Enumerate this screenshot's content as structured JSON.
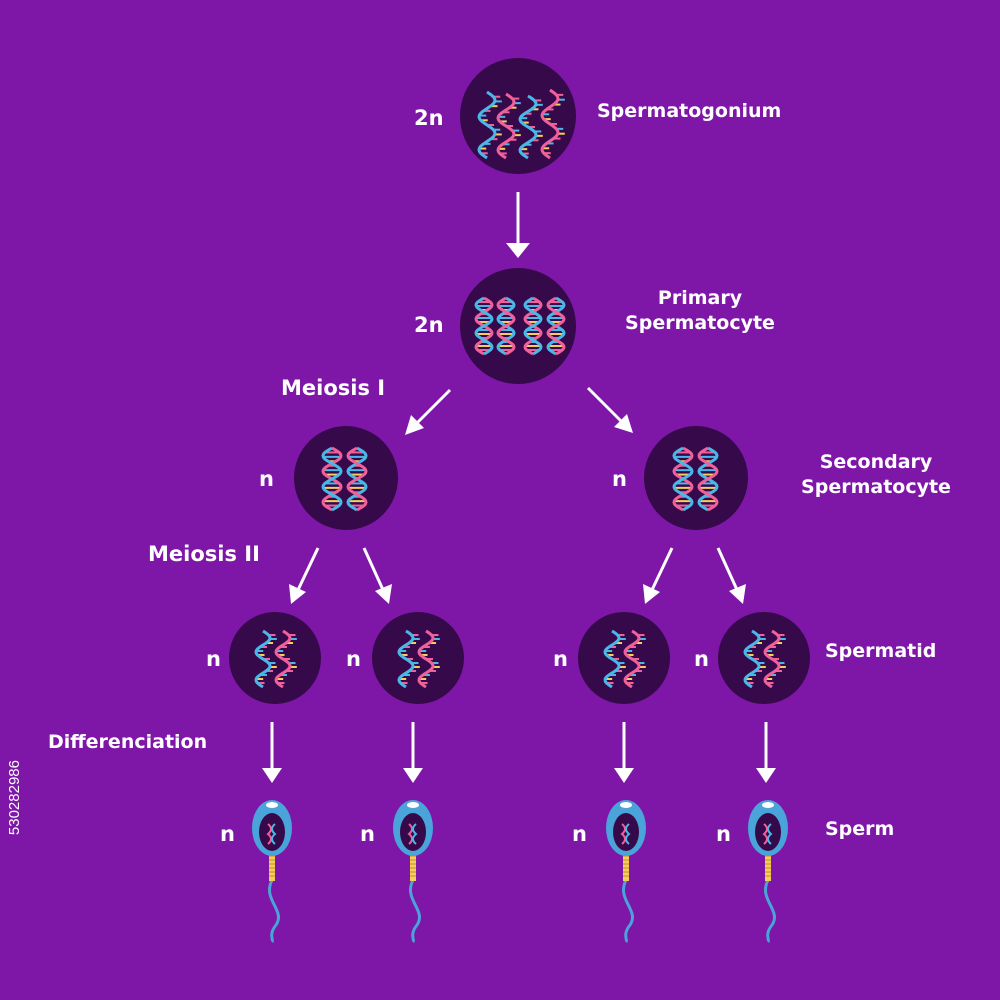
{
  "colors": {
    "background": "#7e16a8",
    "cell_fill": "#360a4a",
    "dna_pink": "#f0609a",
    "dna_blue": "#49b8e6",
    "dna_yellow": "#f2cf5b",
    "sperm_blue": "#4aa3d9",
    "arrow": "#ffffff"
  },
  "stages": {
    "spermatogonium": "Spermatogonium",
    "primary_line1": "Primary",
    "primary_line2": "Spermatocyte",
    "secondary_line1": "Secondary",
    "secondary_line2": "Spermatocyte",
    "spermatid": "Spermatid",
    "sperm": "Sperm"
  },
  "processes": {
    "meiosis1": "Meiosis I",
    "meiosis2": "Meiosis II",
    "differentiation": "Differenciation"
  },
  "ploidy": {
    "diploid": "2n",
    "haploid": "n"
  },
  "stock_id": "530282986"
}
